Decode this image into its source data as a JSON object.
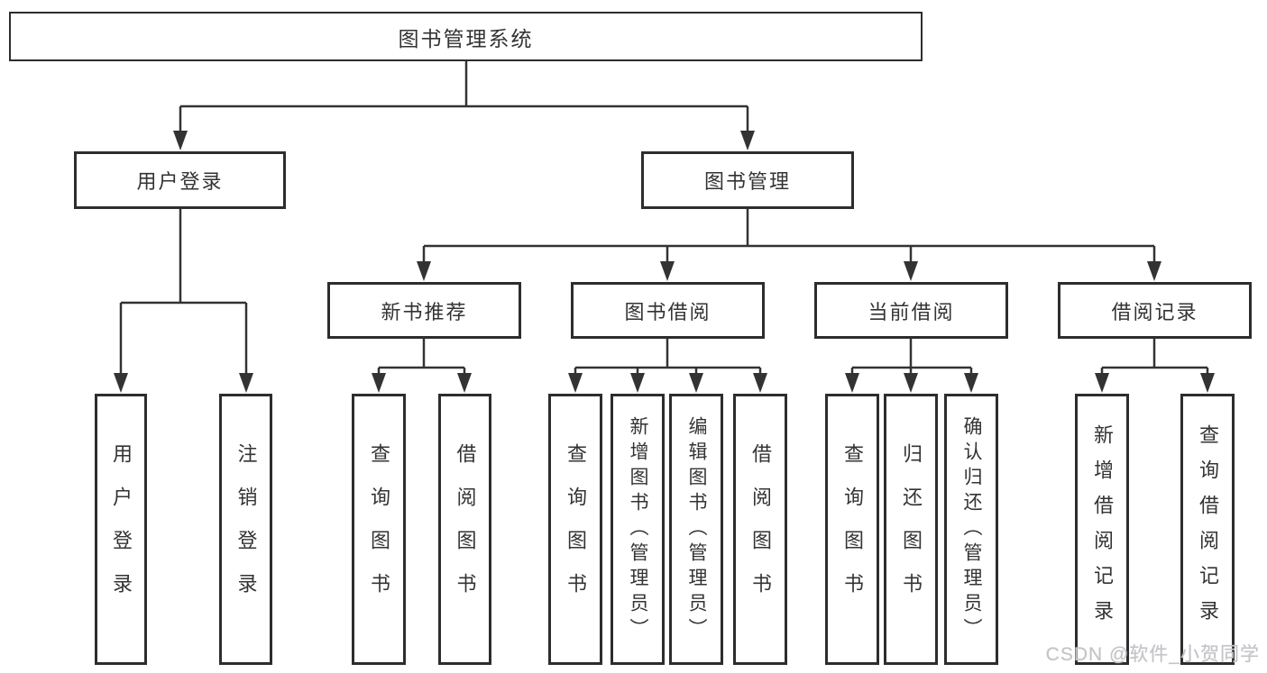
{
  "diagram": {
    "type": "tree",
    "orientation": "top-down",
    "colors": {
      "line": "#333333",
      "box_border": "#2d2d2d",
      "box_fill": "#ffffff",
      "text": "#333333",
      "watermark": "#c3c3c8",
      "background": "#ffffff"
    },
    "tree": {
      "label": "图书管理系统",
      "children": [
        {
          "label": "用户登录",
          "children": [
            {
              "label": "用户登录"
            },
            {
              "label": "注销登录"
            }
          ]
        },
        {
          "label": "图书管理",
          "children": [
            {
              "label": "新书推荐",
              "children": [
                {
                  "label": "查询图书"
                },
                {
                  "label": "借阅图书"
                }
              ]
            },
            {
              "label": "图书借阅",
              "children": [
                {
                  "label": "查询图书"
                },
                {
                  "label": "新增图书（管理员）"
                },
                {
                  "label": "编辑图书（管理员）"
                },
                {
                  "label": "借阅图书"
                }
              ]
            },
            {
              "label": "当前借阅",
              "children": [
                {
                  "label": "查询图书"
                },
                {
                  "label": "归还图书"
                },
                {
                  "label": "确认归还（管理员）"
                }
              ]
            },
            {
              "label": "借阅记录",
              "children": [
                {
                  "label": "新增借阅记录"
                },
                {
                  "label": "查询借阅记录"
                }
              ]
            }
          ]
        }
      ]
    }
  },
  "watermark": {
    "text": "CSDN @软件_小贺同学"
  }
}
